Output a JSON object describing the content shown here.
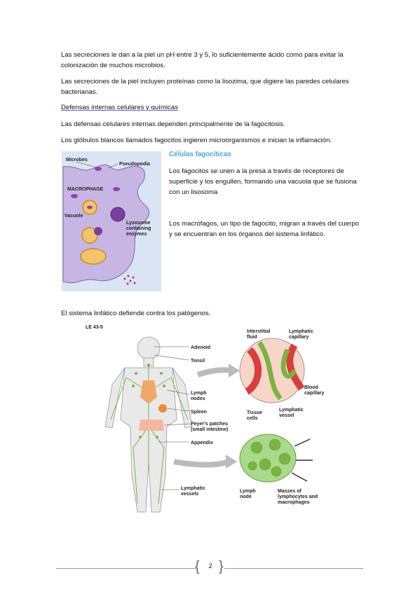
{
  "paragraphs": {
    "p1": "Las secreciones le dan a la piel un pH entre 3 y 5, lo suficientemente ácido como para evitar la colonización de muchos microbios.",
    "p2": "Las secreciones de la piel incluyen proteínas como la lisozima, que digiere las paredes celulares bacterianas.",
    "heading": "Defensas internas celulares y químicas",
    "p3": "Las defensas celulares internas dependen principalmente de la fagocitosis.",
    "p4": "Los glóbulos blancos llamados fagocitos ingieren microorganismos e inician la inflamación.",
    "subheading": "Células fagocíticas",
    "p5": "Los fagocitos se unen a la presa a través de receptores de superficie y los engullen, formando una vacuola que se fusiona con un lisosoma",
    "p6": "Los macrófagos, un tipo de fagocito, migran a través del cuerpo y se encuentran en los órganos del sistema linfático.",
    "p7": "El sistema linfático defiende contra los patógenos."
  },
  "figure1": {
    "microbes": "Microbes",
    "pseudopodia": "Pseudopodia",
    "macrophage": "MACROPHAGE",
    "vacuole": "Vacuole",
    "lysosome": "Lysosome",
    "containing": "containing",
    "enzymes": "enzymes"
  },
  "figure2": {
    "code": "LE 43-5",
    "adenoid": "Adenoid",
    "tonsil": "Tonsil",
    "lymph": "Lymph",
    "nodes": "nodes",
    "spleen": "Spleen",
    "peyers": "Peyer's patches",
    "small_intestine": "(small intestine)",
    "appendix": "Appendix",
    "lymphatic": "Lymphatic",
    "vessels": "vessels",
    "interstitial": "Interstitial",
    "fluid": "fluid",
    "lymphatic_cap1": "Lymphatic",
    "capillary": "capillary",
    "blood": "Blood",
    "blood_capillary": "capillary",
    "tissue": "Tissue",
    "cells": "cells",
    "lymphatic_v": "Lymphatic",
    "vessel": "vessel",
    "lymph_node1": "Lymph",
    "node": "node",
    "masses": "Masses of",
    "lymphocytes": "lymphocytes and",
    "macrophages": "macrophages"
  },
  "footer": {
    "page": "2"
  },
  "colors": {
    "accent": "#4aa6d8",
    "figure_bg": "#d9e5f2",
    "cell": "#c7b6e4",
    "lymph_green": "#7cb342",
    "blood_red": "#d93d3d"
  }
}
